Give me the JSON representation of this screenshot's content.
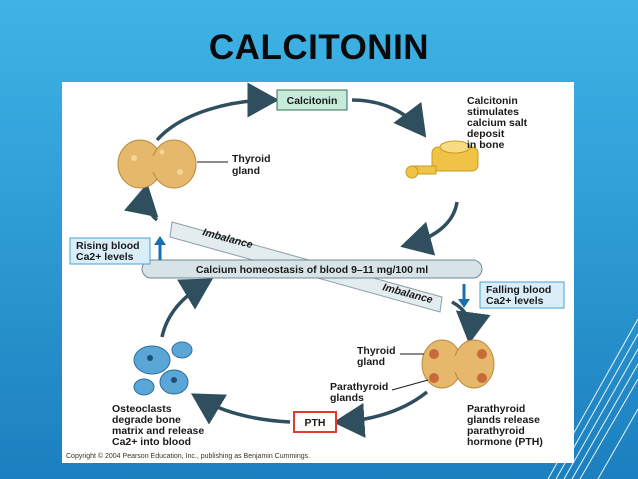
{
  "slide": {
    "title": "CALCITONIN"
  },
  "diagram": {
    "hormone_top": "Calcitonin",
    "hormone_bottom": "PTH",
    "thyroid_label": [
      "Thyroid",
      "gland"
    ],
    "calcitonin_effect": [
      "Calcitonin",
      "stimulates",
      "calcium salt",
      "deposit",
      "in bone"
    ],
    "rising_blood": [
      "Rising blood",
      "Ca2+ levels"
    ],
    "falling_blood": [
      "Falling blood",
      "Ca2+ levels"
    ],
    "homeostasis": "Calcium homeostasis of blood 9–11 mg/100 ml",
    "imbalance_top": "Imbalance",
    "imbalance_bottom": "Imbalance",
    "thyroid_label_bottom": [
      "Thyroid",
      "gland"
    ],
    "parathyroid_label": [
      "Parathyroid",
      "glands"
    ],
    "parathyroid_release": [
      "Parathyroid",
      "glands release",
      "parathyroid",
      "hormone (PTH)"
    ],
    "osteoclasts": [
      "Osteoclasts",
      "degrade bone",
      "matrix and release",
      "Ca2+ into blood"
    ],
    "copyright": "Copyright © 2004 Pearson Education, Inc., publishing as Benjamin Cummings."
  },
  "colors": {
    "arrow": "#2f4f5f",
    "hormone_box": "#c6ebd9",
    "pth_box_border": "#e03a2f",
    "label_box": "#d9eef8",
    "label_box_border": "#4aa3d4",
    "up_arrow": "#1a6fb0",
    "thyroid": "#e6b86c",
    "bone": "#f0c347",
    "osteoclast": "#5aa6d6"
  }
}
